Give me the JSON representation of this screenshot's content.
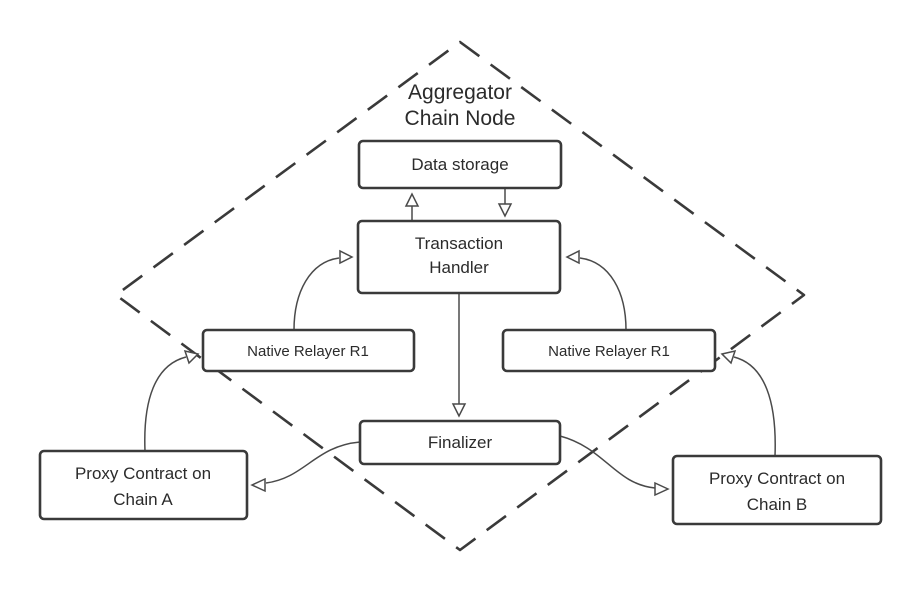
{
  "diagram": {
    "container": {
      "title_line1": "Aggregator",
      "title_line2": "Chain Node"
    },
    "nodes": {
      "data_storage": "Data storage",
      "transaction_handler_line1": "Transaction",
      "transaction_handler_line2": "Handler",
      "relayer_left": "Native Relayer R1",
      "relayer_right": "Native Relayer R1",
      "finalizer": "Finalizer",
      "proxy_a_line1": "Proxy Contract on",
      "proxy_a_line2": "Chain A",
      "proxy_b_line1": "Proxy Contract on",
      "proxy_b_line2": "Chain B"
    },
    "edges": [
      {
        "from": "Transaction Handler",
        "to": "Data storage"
      },
      {
        "from": "Data storage",
        "to": "Transaction Handler"
      },
      {
        "from": "Transaction Handler",
        "to": "Finalizer"
      },
      {
        "from": "Native Relayer R1 (left)",
        "to": "Transaction Handler"
      },
      {
        "from": "Native Relayer R1 (right)",
        "to": "Transaction Handler"
      },
      {
        "from": "Proxy Contract on Chain A",
        "to": "Native Relayer R1 (left)"
      },
      {
        "from": "Proxy Contract on Chain B",
        "to": "Native Relayer R1 (right)"
      },
      {
        "from": "Finalizer",
        "to": "Proxy Contract on Chain A"
      },
      {
        "from": "Finalizer",
        "to": "Proxy Contract on Chain B"
      }
    ]
  }
}
